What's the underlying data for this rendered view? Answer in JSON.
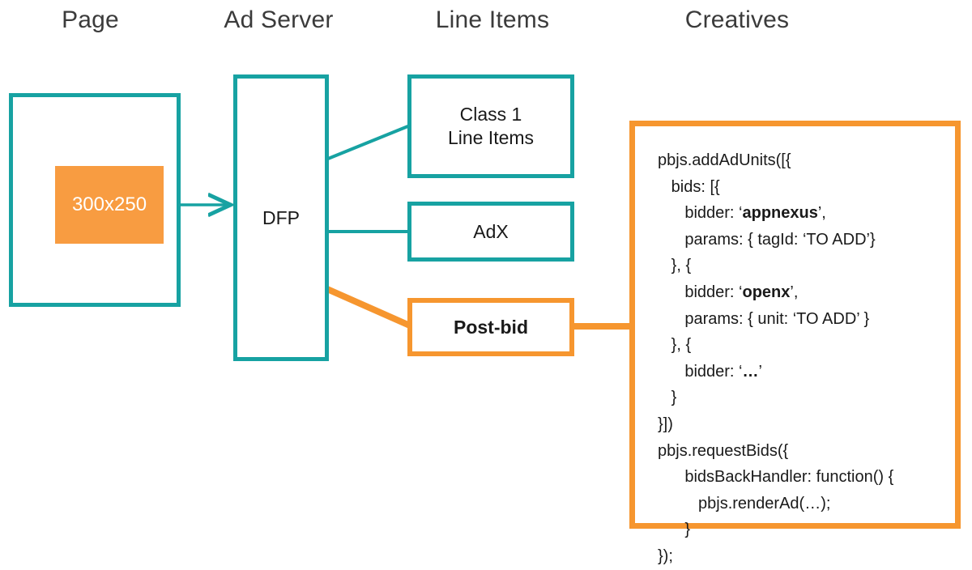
{
  "diagram": {
    "title": "Post-bid ad serving flow",
    "colors": {
      "teal": "#17A2A2",
      "orange_border": "#F6962F",
      "orange_fill": "#F89C41",
      "text": "#1a1a1a",
      "header_text": "#3b3b3b",
      "background": "#ffffff"
    },
    "column_headers": [
      {
        "label": "Page"
      },
      {
        "label": "Ad Server"
      },
      {
        "label": "Line Items"
      },
      {
        "label": "Creatives"
      }
    ],
    "nodes": [
      {
        "id": "page",
        "label": "",
        "kind": "container-teal"
      },
      {
        "id": "ad-slot",
        "label": "300x250",
        "kind": "filled-orange"
      },
      {
        "id": "dfp",
        "label": "DFP",
        "kind": "box-teal"
      },
      {
        "id": "class1",
        "label": "Class 1\nLine Items",
        "line1": "Class 1",
        "line2": "Line Items",
        "kind": "box-teal"
      },
      {
        "id": "adx",
        "label": "AdX",
        "kind": "box-teal"
      },
      {
        "id": "postbid",
        "label": "Post-bid",
        "kind": "box-orange-bold"
      },
      {
        "id": "creative-code",
        "label": "",
        "kind": "box-orange-code"
      }
    ],
    "code": {
      "lines": [
        {
          "text": "pbjs.addAdUnits([{",
          "indent": 0
        },
        {
          "text": "bids: [{",
          "indent": 1
        },
        {
          "text": "bidder: ‘",
          "indent": 2,
          "bold": "appnexus",
          "tail": "’,"
        },
        {
          "text": "params: { tagId: ‘TO ADD’}",
          "indent": 2
        },
        {
          "text": "}, {",
          "indent": 1
        },
        {
          "text": "bidder: ‘",
          "indent": 2,
          "bold": "openx",
          "tail": "’,"
        },
        {
          "text": "params: { unit: ‘TO ADD’ }",
          "indent": 2
        },
        {
          "text": "}, {",
          "indent": 1
        },
        {
          "text": "bidder: ‘",
          "indent": 2,
          "bold": "…",
          "tail": "’"
        },
        {
          "text": "}",
          "indent": 1
        },
        {
          "text": "}])",
          "indent": 0
        },
        {
          "text": "pbjs.requestBids({",
          "indent": 0
        },
        {
          "text": "bidsBackHandler: function() {",
          "indent": 2
        },
        {
          "text": "pbjs.renderAd(…);",
          "indent": 3
        },
        {
          "text": "}",
          "indent": 2
        },
        {
          "text": "});",
          "indent": 0
        }
      ]
    },
    "connectors": [
      {
        "from": "ad-slot",
        "to": "dfp",
        "style": "teal-arrow"
      },
      {
        "from": "dfp",
        "to": "class1",
        "style": "teal-line"
      },
      {
        "from": "dfp",
        "to": "adx",
        "style": "teal-line"
      },
      {
        "from": "dfp",
        "to": "postbid",
        "style": "orange-thick-line"
      },
      {
        "from": "postbid",
        "to": "creative-code",
        "style": "orange-thick-line"
      }
    ]
  }
}
